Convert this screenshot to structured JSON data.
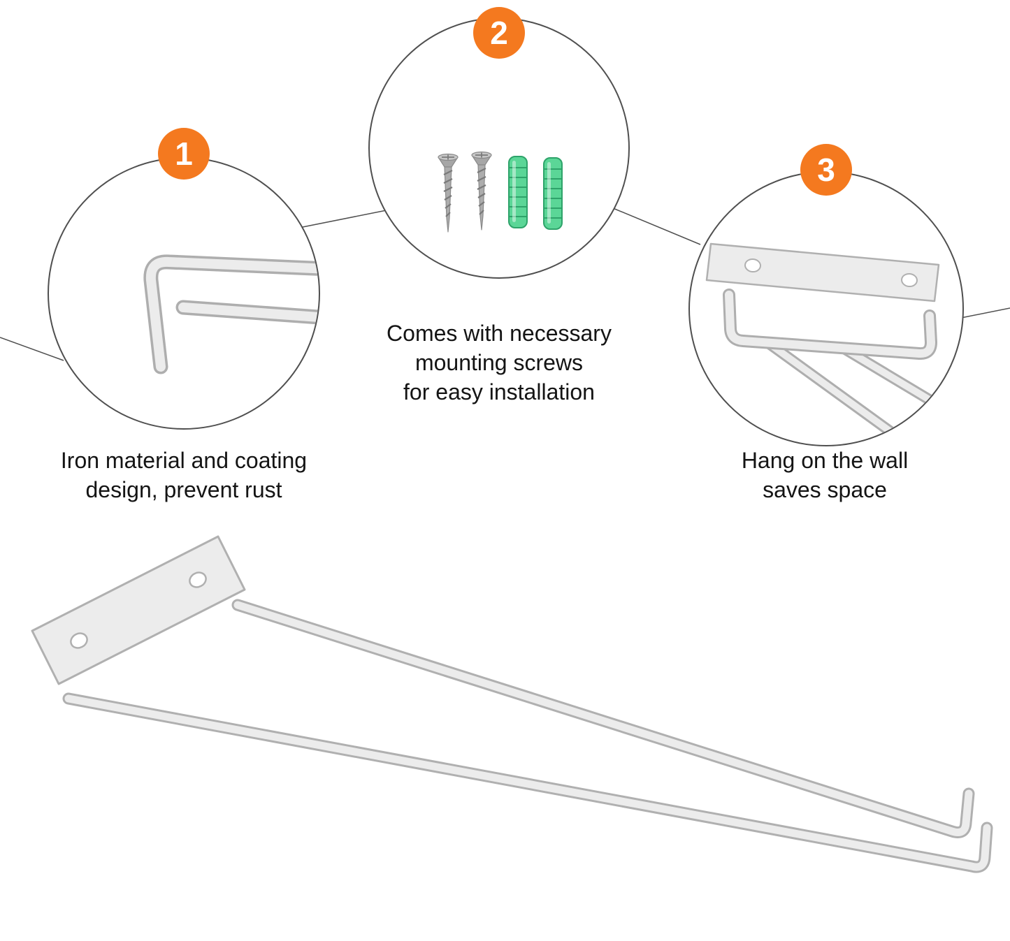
{
  "page": {
    "background": "#ffffff"
  },
  "colors": {
    "accent_orange": "#F4791F",
    "anchor_green": "#54D193",
    "metal_fill": "#ECECEC",
    "metal_outline": "#B0B0B0",
    "line_color": "#4F4F4F",
    "text_color": "#141414"
  },
  "callouts": [
    {
      "number": "1",
      "illustration": "rail-end-closeup",
      "caption_lines": [
        "Iron material and coating",
        "design, prevent rust"
      ]
    },
    {
      "number": "2",
      "illustration": "mounting-screws-and-anchors",
      "caption_lines": [
        "Comes with necessary",
        "mounting screws",
        "for easy installation"
      ]
    },
    {
      "number": "3",
      "illustration": "wall-bracket-closeup",
      "caption_lines": [
        "Hang on the wall",
        "saves space"
      ]
    }
  ]
}
